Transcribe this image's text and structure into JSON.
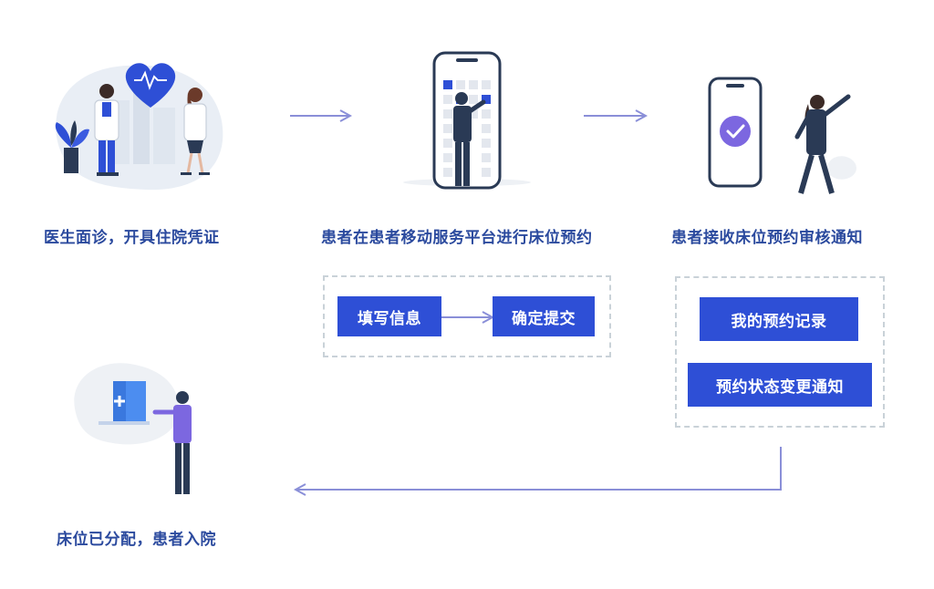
{
  "steps": [
    {
      "label": "医生面诊，开具住院凭证"
    },
    {
      "label": "患者在患者移动服务平台进行床位预约"
    },
    {
      "label": "患者接收床位预约审核通知"
    },
    {
      "label": "床位已分配，患者入院"
    }
  ],
  "booking_box": {
    "fill_info": "填写信息",
    "confirm_submit": "确定提交"
  },
  "notify_box": {
    "my_records": "我的预约记录",
    "status_change": "预约状态变更通知"
  },
  "colors": {
    "accent_blue": "#2e4fd6",
    "label_blue": "#2b4a9e",
    "arrow": "#8a8fd8",
    "dash": "#c9d2d8"
  },
  "icons": {
    "step1": "doctor-consultation-illustration",
    "step2": "phone-booking-illustration",
    "step3": "phone-approved-notification-illustration",
    "step4": "hospital-admission-illustration"
  }
}
